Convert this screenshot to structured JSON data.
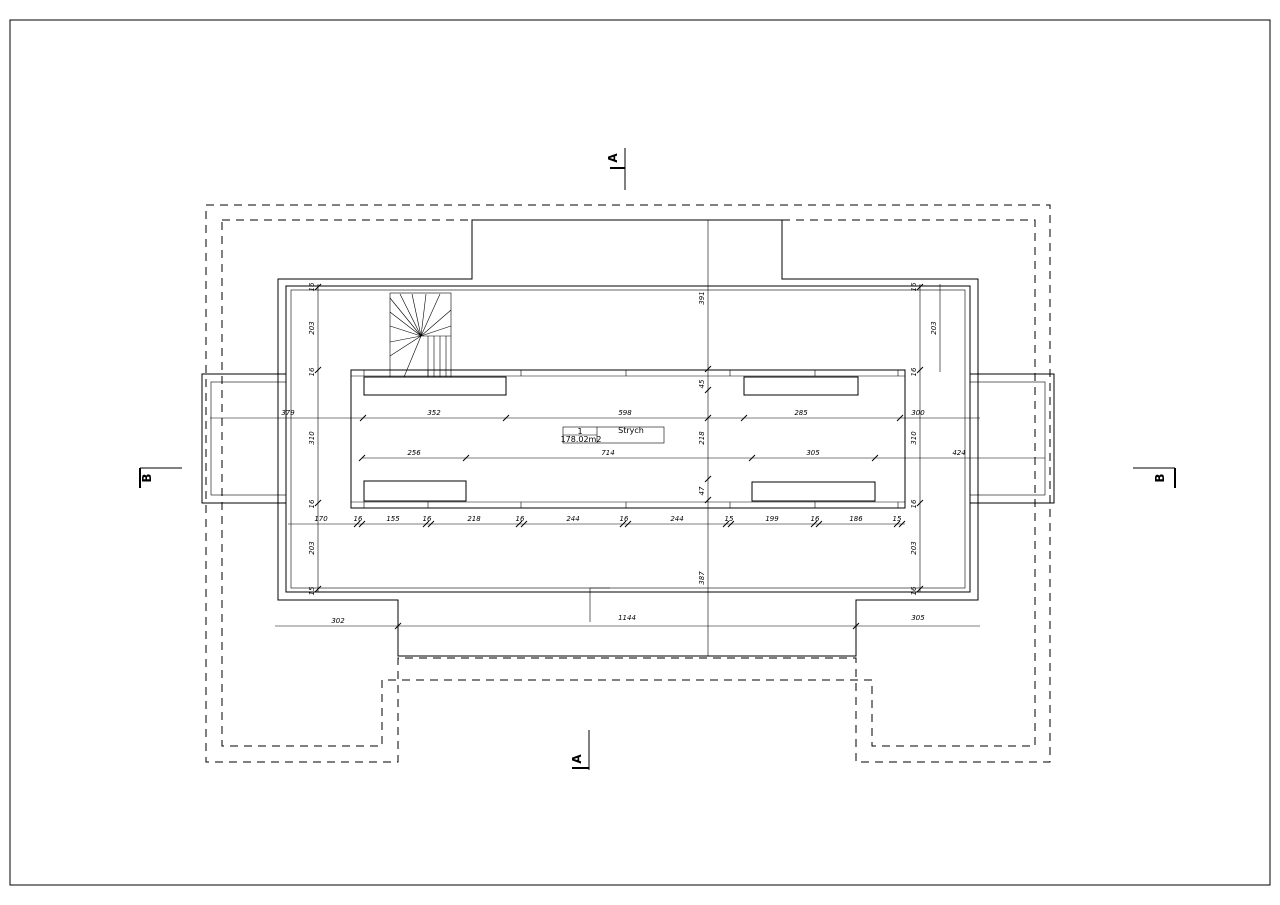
{
  "room": {
    "number": "1",
    "name": "Strych",
    "area": "178.02m2"
  },
  "section_markers": {
    "a": "A",
    "b": "B"
  },
  "dims": {
    "row1": [
      "379",
      "352",
      "598",
      "285",
      "300"
    ],
    "row2": [
      "256",
      "714",
      "305",
      "424"
    ],
    "row3": [
      "170",
      "16",
      "155",
      "16",
      "218",
      "16",
      "244",
      "16",
      "244",
      "15",
      "199",
      "16",
      "186",
      "15"
    ],
    "row4": [
      "302",
      "1144",
      "305"
    ],
    "left_vert": [
      "16",
      "203",
      "16",
      "310",
      "16",
      "203",
      "15"
    ],
    "right_vert": [
      "16",
      "203",
      "16",
      "310",
      "16",
      "203",
      "16"
    ],
    "center_vert": [
      "391",
      "45",
      "218",
      "47",
      "387"
    ]
  }
}
